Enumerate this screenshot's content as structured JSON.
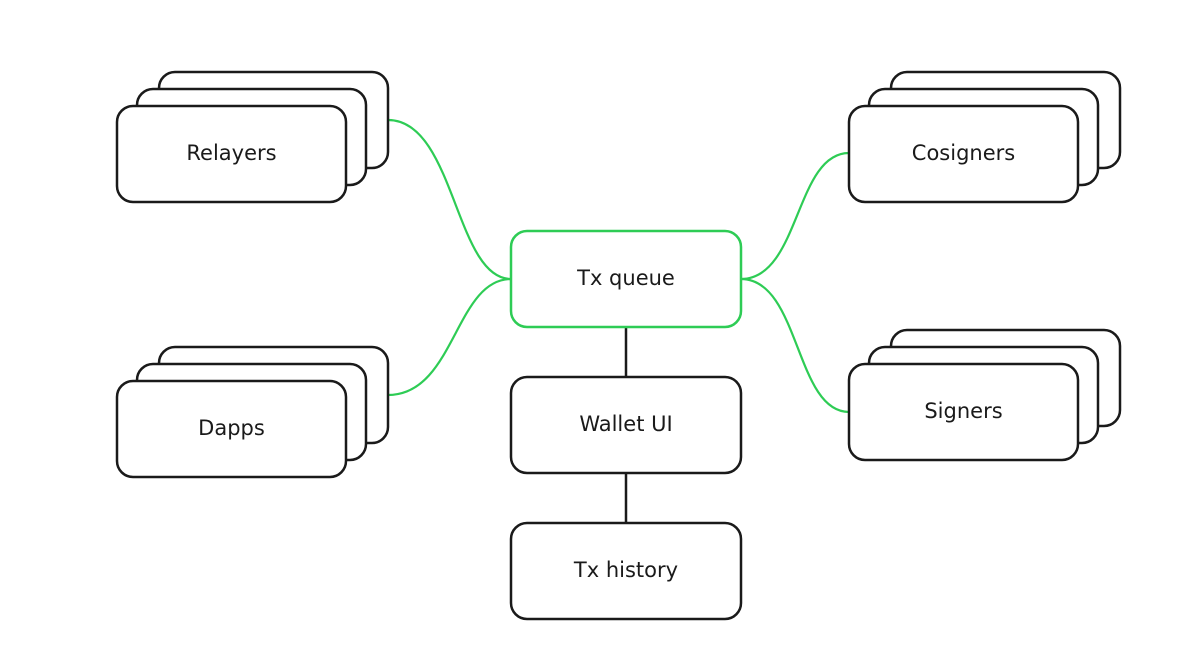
{
  "nodes": {
    "relayers": "Relayers",
    "dapps": "Dapps",
    "tx_queue": "Tx queue",
    "wallet_ui": "Wallet UI",
    "tx_history": "Tx history",
    "cosigners": "Cosigners",
    "signers": "Signers"
  },
  "colors": {
    "accent_green": "#2ecc55",
    "stroke_dark": "#1a1a1a",
    "background": "#ffffff"
  }
}
